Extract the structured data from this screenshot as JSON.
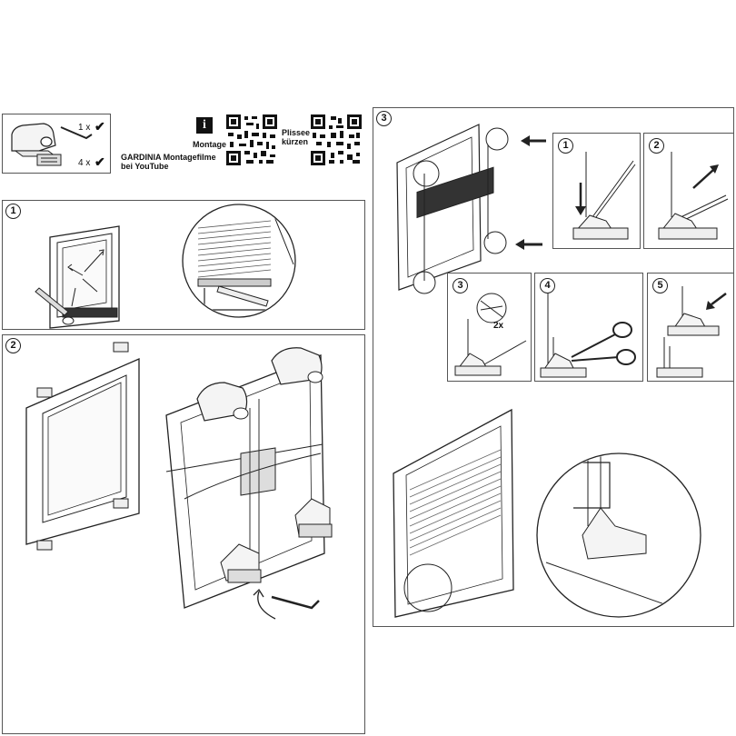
{
  "header": {
    "qty_single": "1 x",
    "qty_multi": "4 x",
    "check_glyph": "✔",
    "info_glyph": "i",
    "montage_label": "Montage",
    "videos_line1": "GARDINIA Montagefilme",
    "videos_line2": "bei YouTube",
    "plissee_line1": "Plissee",
    "plissee_line2": "kürzen"
  },
  "steps": {
    "step1": "1",
    "step2": "2",
    "step3": "3",
    "sub1": "1",
    "sub2": "2",
    "sub3": "3",
    "sub4": "4",
    "sub5": "5",
    "cut_count": "2x"
  },
  "colors": {
    "line": "#222222",
    "panel_border": "#555555",
    "fabric": "#dddddd"
  }
}
